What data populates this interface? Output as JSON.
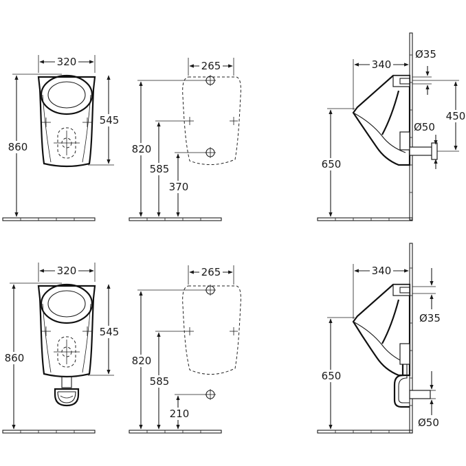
{
  "colors": {
    "line": "#1a1a1a",
    "background": "#ffffff"
  },
  "row1": {
    "front": {
      "width": "320",
      "height_total": "860",
      "height_body": "545"
    },
    "template": {
      "width": "265",
      "height_a": "820",
      "height_b": "585",
      "height_c": "370"
    },
    "side": {
      "depth": "340",
      "rim_height": "650",
      "vertical": "450",
      "dia_top": "Ø35",
      "dia_bottom": "Ø50"
    }
  },
  "row2": {
    "front": {
      "width": "320",
      "height_total": "860",
      "height_body": "545"
    },
    "template": {
      "width": "265",
      "height_a": "820",
      "height_b": "585",
      "height_c": "210"
    },
    "side": {
      "depth": "340",
      "rim_height": "650",
      "dia_top": "Ø35",
      "dia_bottom": "Ø50"
    }
  }
}
